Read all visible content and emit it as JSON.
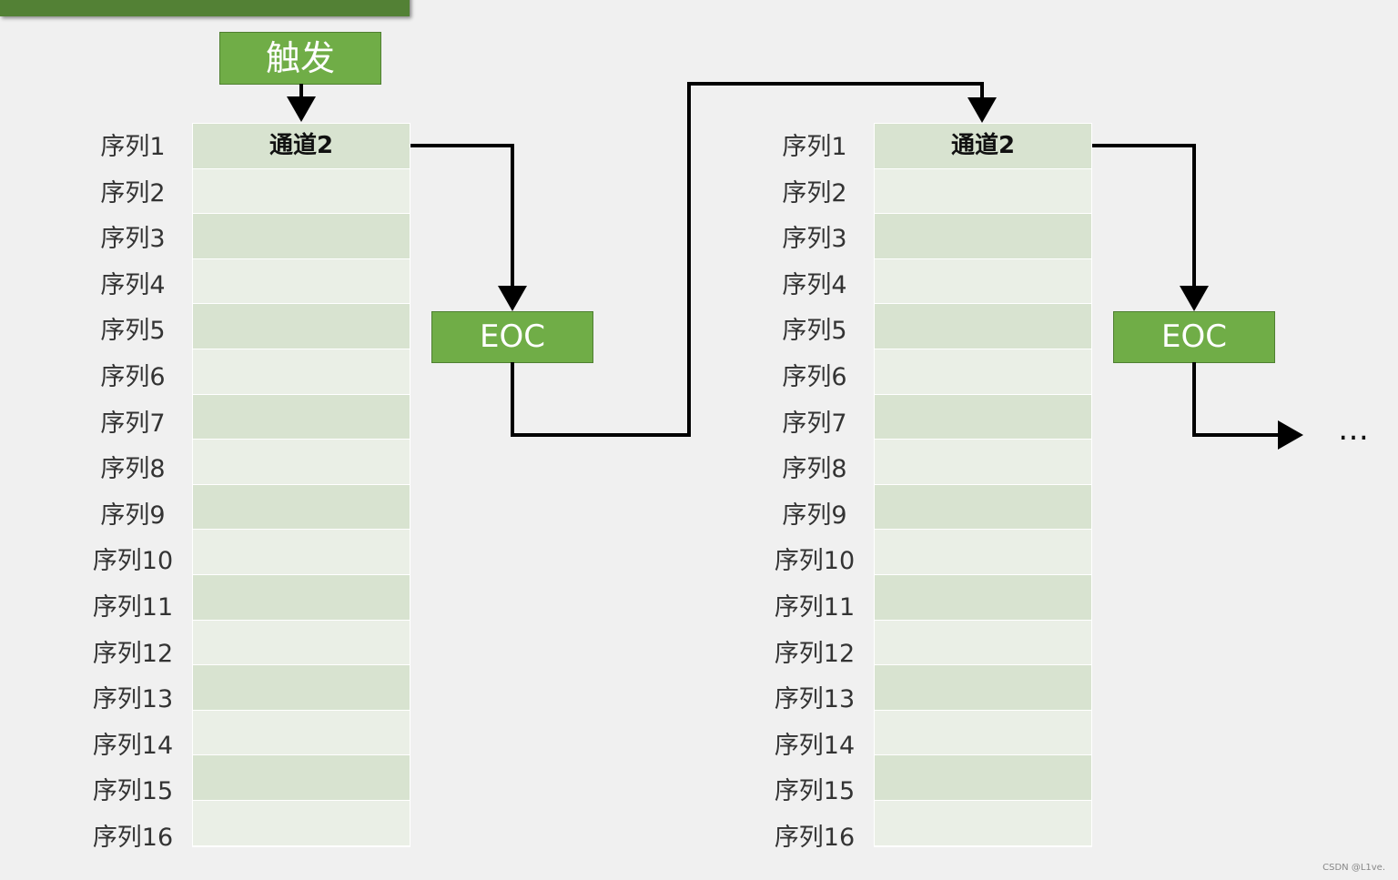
{
  "page": {
    "heading": "",
    "banner": ""
  },
  "trigger": {
    "label": "触发"
  },
  "left_block": {
    "header_cell": "通道2",
    "sequence_labels": [
      "序列1",
      "序列2",
      "序列3",
      "序列4",
      "序列5",
      "序列6",
      "序列7",
      "序列8",
      "序列9",
      "序列10",
      "序列11",
      "序列12",
      "序列13",
      "序列14",
      "序列15",
      "序列16"
    ]
  },
  "right_block": {
    "header_cell": "通道2",
    "sequence_labels": [
      "序列1",
      "序列2",
      "序列3",
      "序列4",
      "序列5",
      "序列6",
      "序列7",
      "序列8",
      "序列9",
      "序列10",
      "序列11",
      "序列12",
      "序列13",
      "序列14",
      "序列15",
      "序列16"
    ]
  },
  "eoc_left": {
    "label": "EOC"
  },
  "eoc_right": {
    "label": "EOC"
  },
  "continuation": {
    "label": "…"
  },
  "watermark": {
    "text": "CSDN @L1ve."
  }
}
